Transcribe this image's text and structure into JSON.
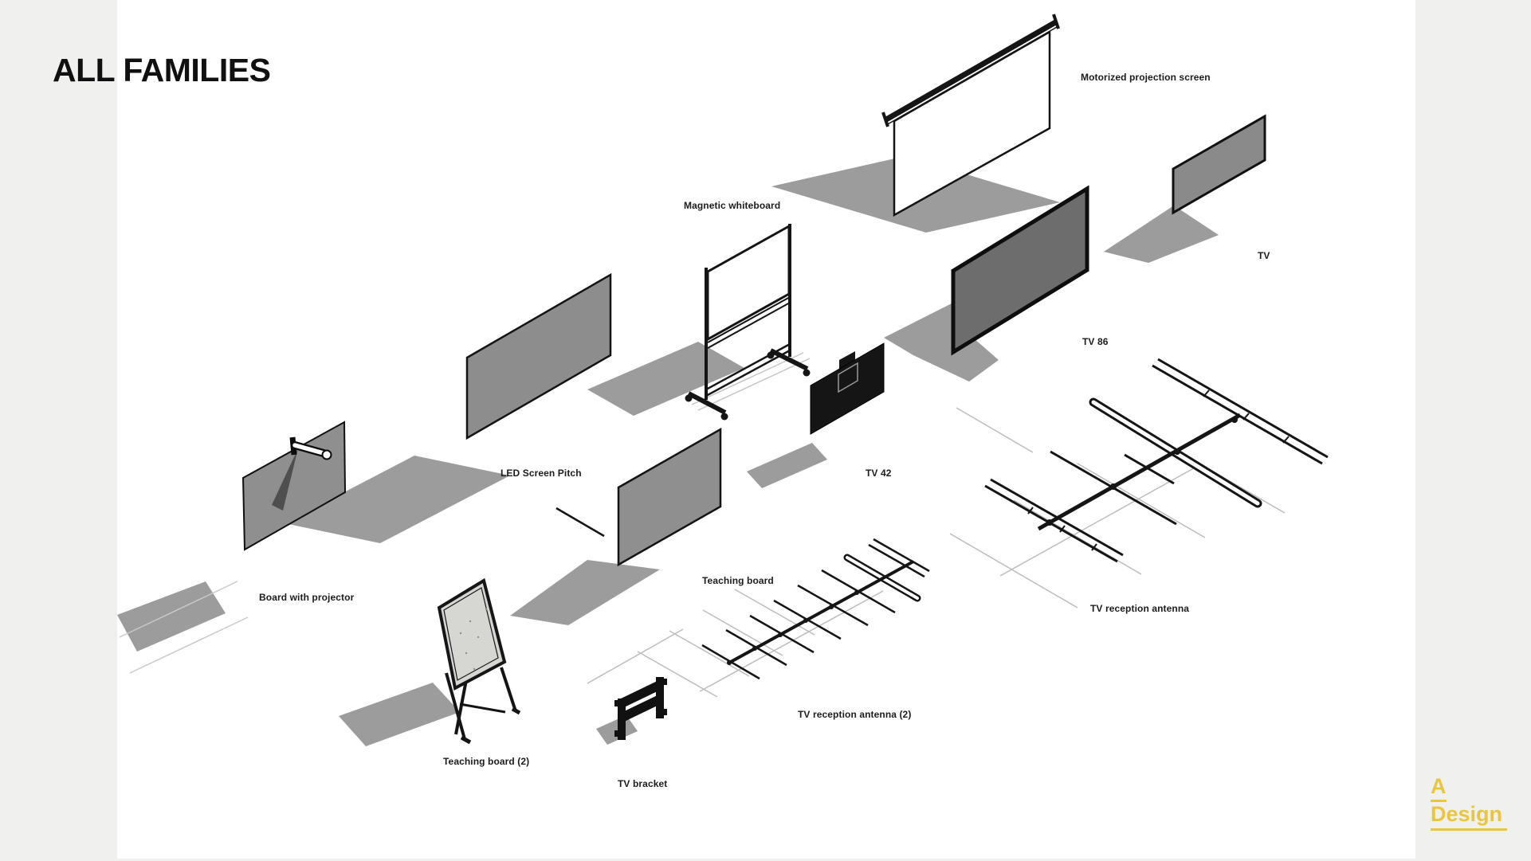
{
  "page": {
    "title": "ALL FAMILIES"
  },
  "logo": {
    "line1": "A",
    "line2": "Design",
    "color": "#eac63e"
  },
  "colors": {
    "page_bg": "#f0f0ee",
    "canvas_bg": "#ffffff",
    "shadow": "#9c9c9c",
    "ink": "#151515",
    "panel_gray": "#8d8d8d",
    "tv86_gray": "#6d6d6d",
    "easel_board": "#d6d6d3",
    "ghost_line": "#c6c6c6"
  },
  "families": [
    {
      "label": "Motorized projection screen"
    },
    {
      "label": "Magnetic whiteboard"
    },
    {
      "label": "TV"
    },
    {
      "label": "TV 86"
    },
    {
      "label": "LED Screen Pitch"
    },
    {
      "label": "TV 42"
    },
    {
      "label": "Board with projector"
    },
    {
      "label": "Teaching board"
    },
    {
      "label": "TV reception antenna"
    },
    {
      "label": "Teaching board (2)"
    },
    {
      "label": "TV reception antenna (2)"
    },
    {
      "label": "TV bracket"
    }
  ]
}
